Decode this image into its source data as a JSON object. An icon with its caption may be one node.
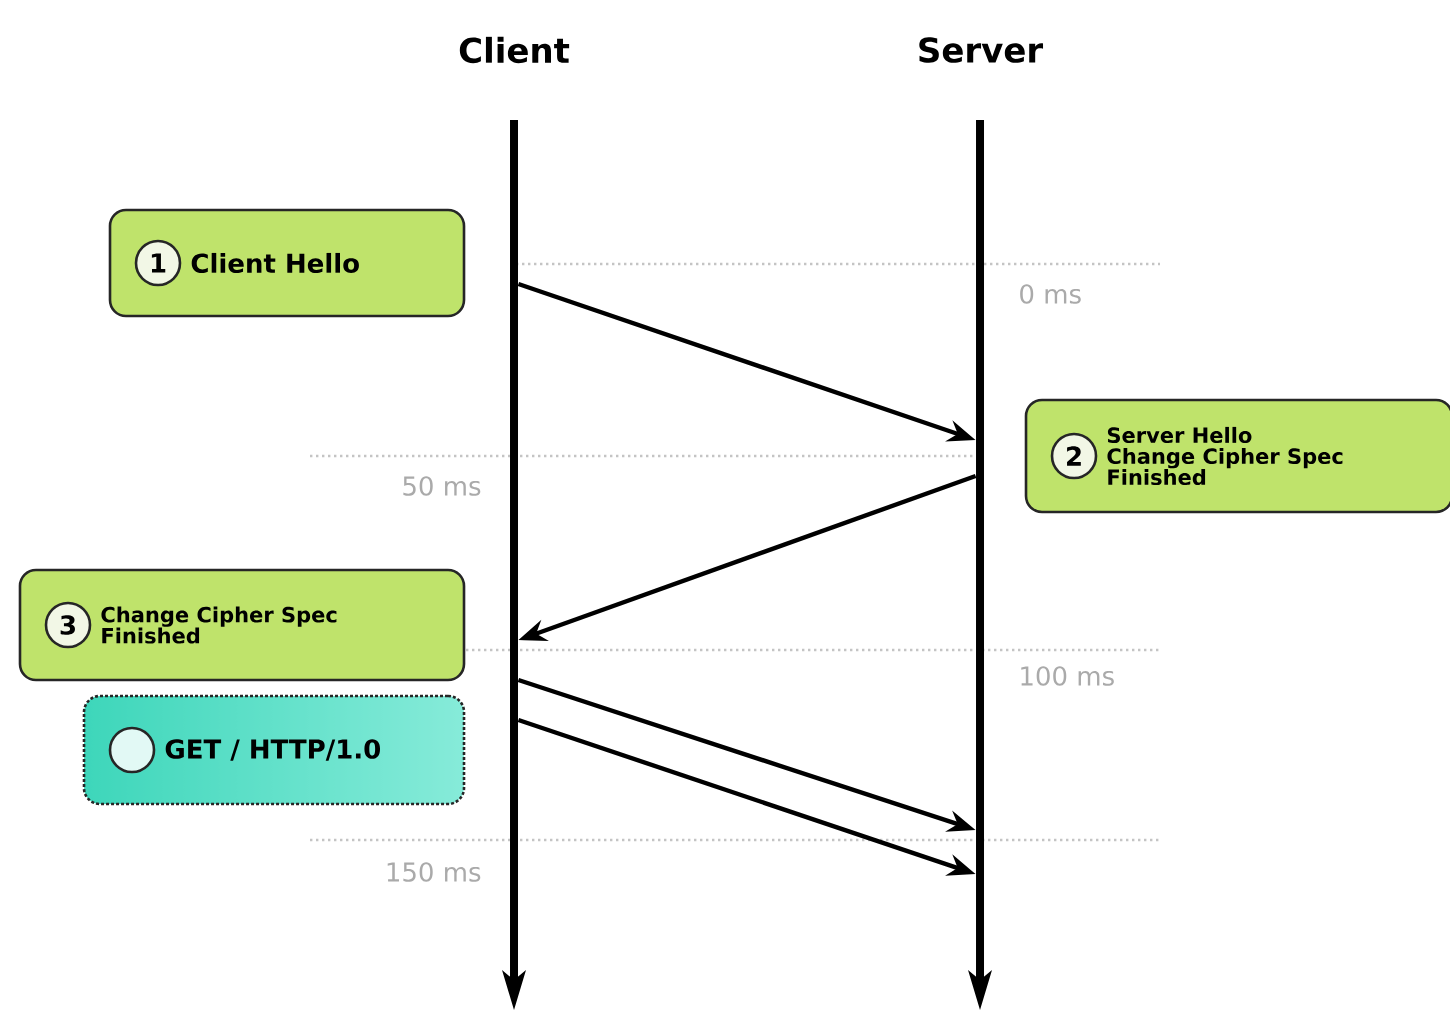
{
  "diagram": {
    "nodes": [
      {
        "text": [
          "Client"
        ]
      },
      {
        "text": [
          "Server"
        ]
      },
      {
        "text": [
          "1",
          "Client Hello"
        ]
      },
      {
        "text": [
          "2",
          "Server Hello",
          "Change Cipher Spec",
          "Finished"
        ]
      },
      {
        "text": [
          "3",
          "Change Cipher Spec",
          "Finished"
        ]
      },
      {
        "text": [
          "GET / HTTP/1.0"
        ]
      }
    ],
    "edges": [
      {
        "from": 0,
        "to": 1,
        "arrow": "to"
      },
      {
        "from": 1,
        "to": 0,
        "arrow": "to"
      },
      {
        "from": 0,
        "to": 1,
        "arrow": "to"
      },
      {
        "from": 0,
        "to": 1,
        "arrow": "to"
      }
    ],
    "labels": [
      "0 ms",
      "50 ms",
      "100 ms",
      "150 ms"
    ]
  }
}
